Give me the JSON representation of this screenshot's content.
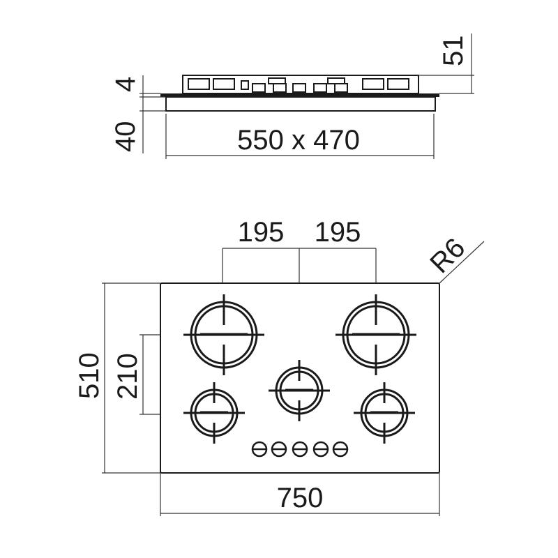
{
  "side_view": {
    "height_total": "51",
    "glass_thickness": "4",
    "body_depth": "40",
    "cutout": "550 x 470"
  },
  "top_view": {
    "spacing_left": "195",
    "spacing_right": "195",
    "corner_radius": "R6",
    "height": "510",
    "burner_spacing_vertical": "210",
    "width": "750"
  },
  "colors": {
    "line": "#1a1a1a",
    "background": "#ffffff"
  }
}
